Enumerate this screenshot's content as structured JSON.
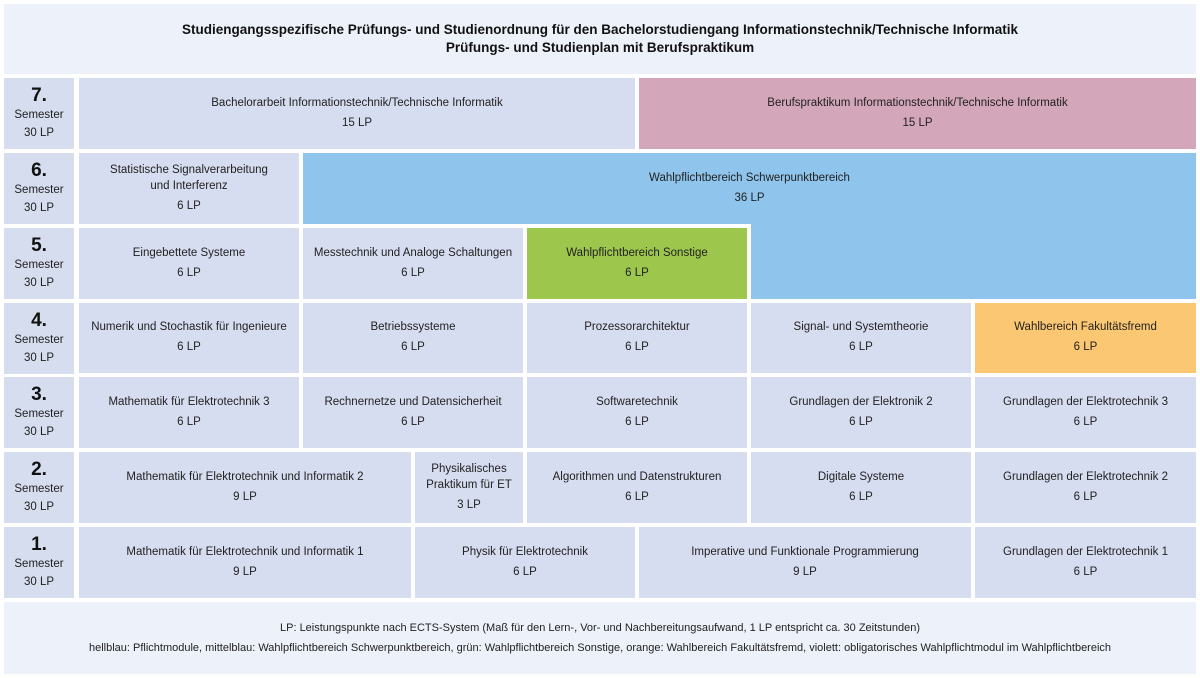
{
  "header": {
    "line1": "Studiengangsspezifische Prüfungs- und Studienordnung für den Bachelorstudiengang Informationstechnik/Technische Informatik",
    "line2": "Prüfungs- und Studienplan mit Berufspraktikum"
  },
  "semester_label": "Semester",
  "semesters": [
    {
      "num": "7.",
      "lp": "30 LP"
    },
    {
      "num": "6.",
      "lp": "30 LP"
    },
    {
      "num": "5.",
      "lp": "30 LP"
    },
    {
      "num": "4.",
      "lp": "30 LP"
    },
    {
      "num": "3.",
      "lp": "30 LP"
    },
    {
      "num": "2.",
      "lp": "30 LP"
    },
    {
      "num": "1.",
      "lp": "30 LP"
    }
  ],
  "modules": {
    "s7_bachelorarbeit": {
      "name": "Bachelorarbeit Informationstechnik/Technische Informatik",
      "lp": "15 LP"
    },
    "s7_berufspraktikum": {
      "name": "Berufspraktikum Informationstechnik/Technische Informatik",
      "lp": "15 LP"
    },
    "s6_signalverarbeitung": {
      "name": "Statistische Signalverarbeitung\nund Interferenz",
      "lp": "6 LP"
    },
    "s6_schwerpunkt": {
      "name": "Wahlpflichtbereich Schwerpunktbereich",
      "lp": "36 LP"
    },
    "s5_eingebettet": {
      "name": "Eingebettete Systeme",
      "lp": "6 LP"
    },
    "s5_messtechnik": {
      "name": "Messtechnik und Analoge Schaltungen",
      "lp": "6 LP"
    },
    "s5_sonstige": {
      "name": "Wahlpflichtbereich Sonstige",
      "lp": "6 LP"
    },
    "s4_numerik": {
      "name": "Numerik und Stochastik für Ingenieure",
      "lp": "6 LP"
    },
    "s4_betriebssysteme": {
      "name": "Betriebssysteme",
      "lp": "6 LP"
    },
    "s4_prozessor": {
      "name": "Prozessorarchitektur",
      "lp": "6 LP"
    },
    "s4_signal": {
      "name": "Signal- und Systemtheorie",
      "lp": "6 LP"
    },
    "s4_fakultaetsfremd": {
      "name": "Wahlbereich Fakultätsfremd",
      "lp": "6 LP"
    },
    "s3_mathe3": {
      "name": "Mathematik für Elektrotechnik 3",
      "lp": "6 LP"
    },
    "s3_rechnernetze": {
      "name": "Rechnernetze und Datensicherheit",
      "lp": "6 LP"
    },
    "s3_softwaretechnik": {
      "name": "Softwaretechnik",
      "lp": "6 LP"
    },
    "s3_elektronik2": {
      "name": "Grundlagen der Elektronik 2",
      "lp": "6 LP"
    },
    "s3_et3": {
      "name": "Grundlagen der Elektrotechnik 3",
      "lp": "6 LP"
    },
    "s2_mathe2": {
      "name": "Mathematik für Elektrotechnik und Informatik 2",
      "lp": "9 LP"
    },
    "s2_praktikum": {
      "name": "Physikalisches\nPraktikum für ET",
      "lp": "3 LP"
    },
    "s2_algorithmen": {
      "name": "Algorithmen und Datenstrukturen",
      "lp": "6 LP"
    },
    "s2_digitale": {
      "name": "Digitale Systeme",
      "lp": "6 LP"
    },
    "s2_et2": {
      "name": "Grundlagen der Elektrotechnik 2",
      "lp": "6 LP"
    },
    "s1_mathe1": {
      "name": "Mathematik für Elektrotechnik und Informatik 1",
      "lp": "9 LP"
    },
    "s1_physik": {
      "name": "Physik für Elektrotechnik",
      "lp": "6 LP"
    },
    "s1_programmierung": {
      "name": "Imperative und Funktionale Programmierung",
      "lp": "9 LP"
    },
    "s1_et1": {
      "name": "Grundlagen der Elektrotechnik 1",
      "lp": "6 LP"
    }
  },
  "footer": {
    "line1": "LP: Leistungspunkte nach ECTS-System (Maß für den Lern-, Vor- und Nachbereitungsaufwand, 1 LP entspricht ca. 30 Zeitstunden)",
    "line2": "hellblau: Pflichtmodule, mittelblau: Wahlpflichtbereich Schwerpunktbereich, grün: Wahlpflichtbereich Sonstige, orange: Wahlbereich Fakultätsfremd, violett: obligatorisches Wahlpflichtmodul im Wahlpflichtbereich"
  },
  "colors": {
    "pflicht_hellblau": "#d6ddf0",
    "schwerpunkt_mittelblau": "#8fc4ec",
    "sonstige_gruen": "#9dc64d",
    "fakultaetsfremd_orange": "#fcc772",
    "violett": "#d3a7b9",
    "header_bg": "#edf1f9"
  }
}
